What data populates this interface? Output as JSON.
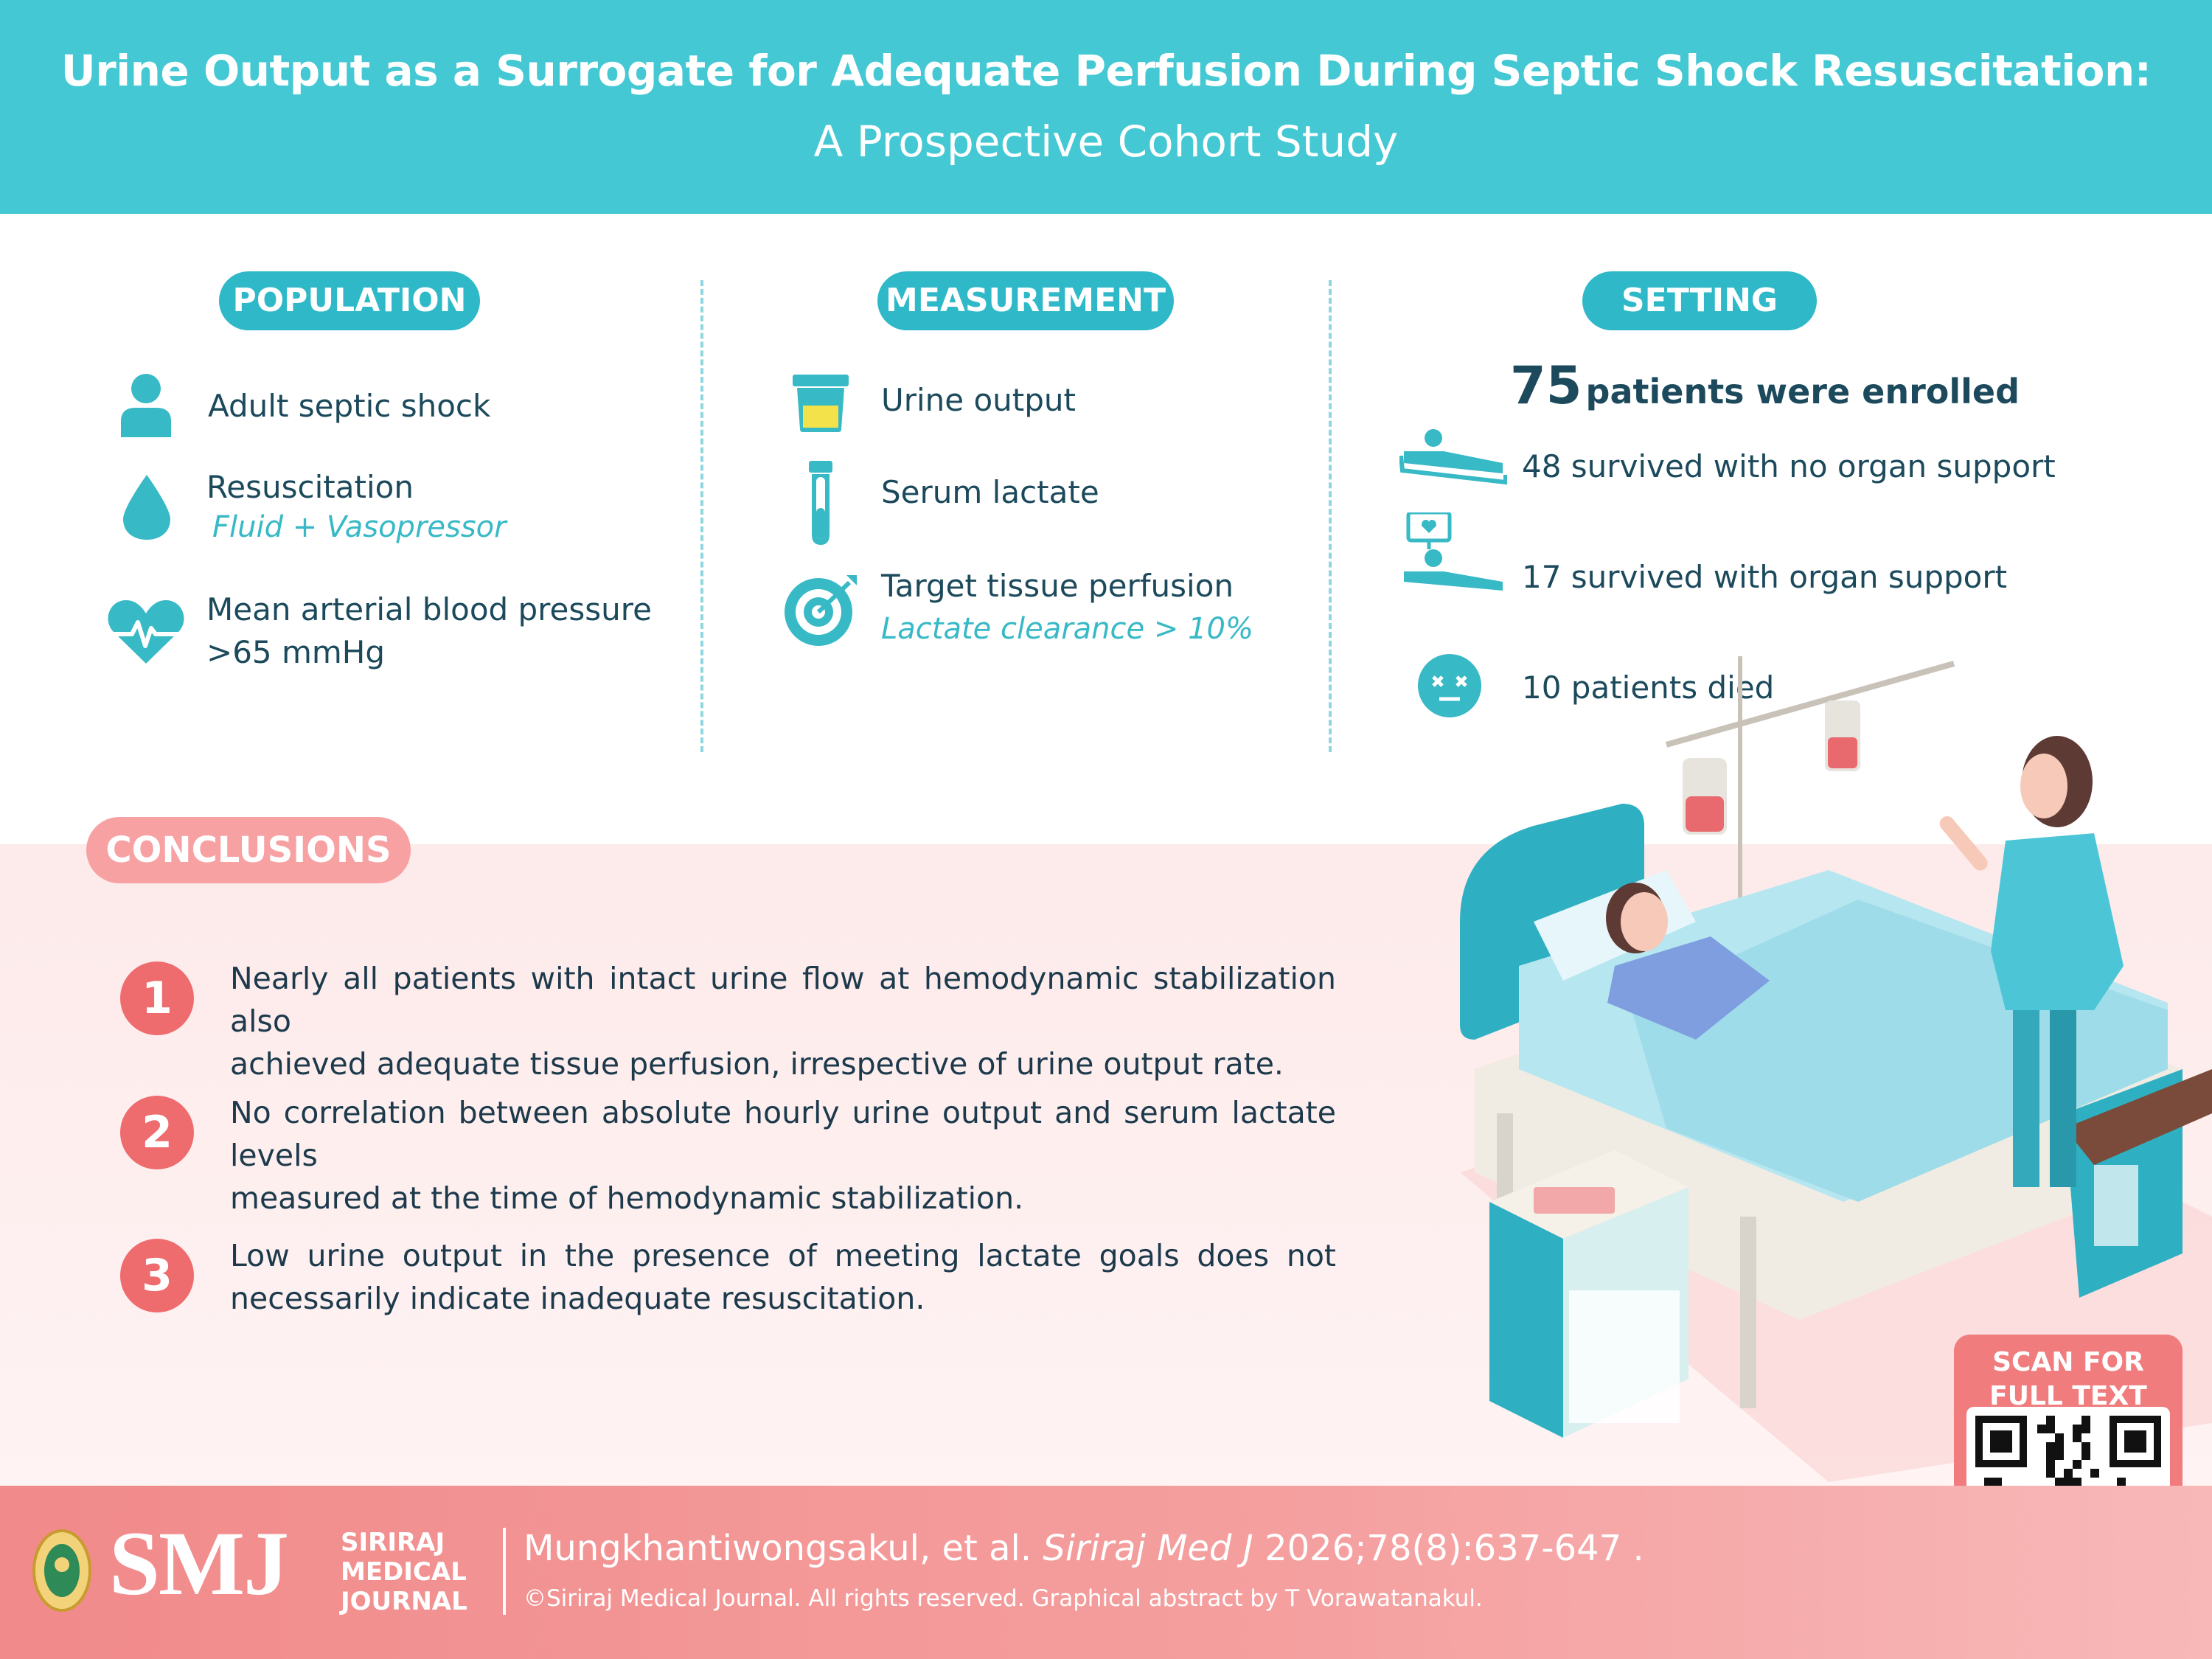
{
  "header": {
    "title_line1": "Urine Output as a Surrogate for Adequate Perfusion During Septic Shock Resuscitation:",
    "title_line2": "A Prospective Cohort Study"
  },
  "population": {
    "label": "POPULATION",
    "items": [
      {
        "icon": "person-icon",
        "text": "Adult septic shock"
      },
      {
        "icon": "drop-icon",
        "text": "Resuscitation",
        "sub": "Fluid + Vasopressor"
      },
      {
        "icon": "heart-pulse-icon",
        "text": "Mean arterial blood pressure",
        "text2": ">65 mmHg"
      }
    ]
  },
  "measurement": {
    "label": "MEASUREMENT",
    "items": [
      {
        "icon": "urine-cup-icon",
        "text": "Urine output"
      },
      {
        "icon": "test-tube-icon",
        "text": "Serum lactate"
      },
      {
        "icon": "target-icon",
        "text": "Target tissue perfusion",
        "sub": "Lactate clearance > 10%"
      }
    ]
  },
  "setting": {
    "label": "SETTING",
    "enrolled_number": "75",
    "enrolled_text": "patients were enrolled",
    "items": [
      {
        "icon": "patient-lying-icon",
        "text": "48 survived with no organ support"
      },
      {
        "icon": "patient-monitor-icon",
        "text": "17 survived with organ support"
      },
      {
        "icon": "dead-face-icon",
        "text": "10 patients died"
      }
    ]
  },
  "conclusions": {
    "label": "CONCLUSIONS",
    "items": [
      {
        "num": "1",
        "line1": "Nearly all patients with intact urine flow at hemodynamic stabilization also",
        "line2": "achieved adequate tissue perfusion, irrespective of urine output rate."
      },
      {
        "num": "2",
        "line1": "No correlation between absolute hourly urine output and serum lactate levels",
        "line2": "measured at the time of hemodynamic stabilization."
      },
      {
        "num": "3",
        "line1": "Low urine output in the presence of meeting lactate goals does not",
        "line2": "necessarily indicate inadequate resuscitation."
      }
    ]
  },
  "qr": {
    "line1": "SCAN FOR",
    "line2": "FULL TEXT"
  },
  "footer": {
    "logo_letters": "SMJ",
    "journal_line1": "SIRIRAJ",
    "journal_line2": "MEDICAL",
    "journal_line3": "JOURNAL",
    "citation_authors": "Mungkhantiwongsakul, et al.",
    "citation_journal": "Siriraj Med J",
    "citation_ref": "2026;78(8):637-647 .",
    "copyright": "©Siriraj Medical Journal. All rights reserved. Graphical abstract by T Vorawatanakul."
  },
  "colors": {
    "teal": "#44c8d3",
    "pink": "#f7a1a3",
    "red": "#ee6b6e",
    "navy": "#1c4a5c"
  }
}
